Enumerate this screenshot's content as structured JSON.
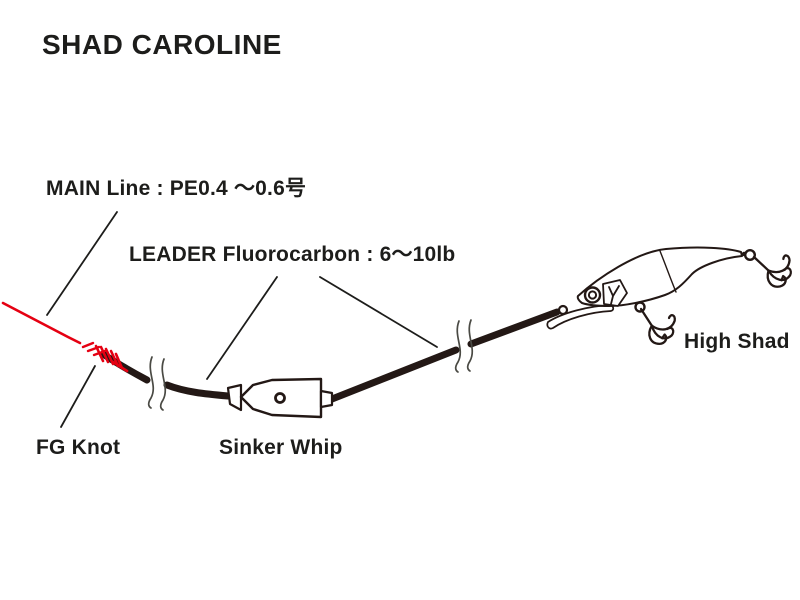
{
  "title": "SHAD CAROLINE",
  "labels": {
    "main_line": "MAIN Line : PE0.4 ～0.6号",
    "leader": "LEADER Fluorocarbon : 6～10lb",
    "fg_knot": "FG Knot",
    "sinker_whip": "Sinker Whip",
    "high_shad": "High Shad"
  },
  "colors": {
    "ink": "#1d1d1b",
    "main_line_red": "#e50012",
    "leader_black": "#231815",
    "break_mark_gray": "#4a4a44",
    "background": "#ffffff"
  }
}
